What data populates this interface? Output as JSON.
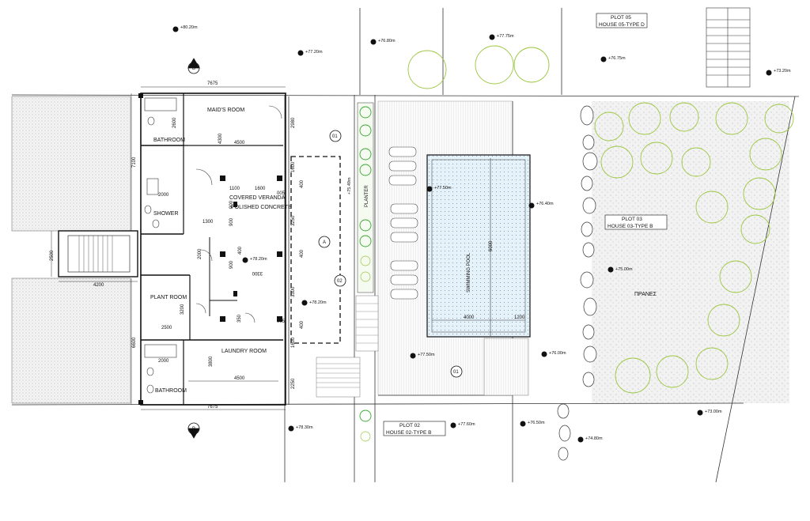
{
  "rooms": {
    "maids_room": "MAID'S  ROOM",
    "bathroom_top": "BATHROOM",
    "shower": "SHOWER",
    "covered_veranda_1": "COVERED VERANDA",
    "covered_veranda_2": "POLISHED CONCRETE",
    "plant_room": "PLANT ROOM",
    "laundry_room": "LAUNDRY ROOM",
    "bathroom_bottom": "BATHROOM",
    "swimming_pool": "SWIMMING POOL",
    "planter": "PLANTER",
    "praneS": "ΠΡΑΝΕΣ"
  },
  "plots": {
    "plot05_line1": "PLOT 05",
    "plot05_line2": "HOUSE 05-TYPE D",
    "plot03_line1": "PLOT 03",
    "plot03_line2": "HOUSE 03-TYPE B",
    "plot02_line1": "PLOT 02",
    "plot02_line2": "HOUSE 02-TYPE B"
  },
  "dimensions": {
    "top_7675": "7675",
    "bottom_7675": "7675",
    "left_7100": "7100",
    "left_6600": "6600",
    "left_2500": "2500",
    "d_4200": "4200",
    "d_2600": "2600",
    "d_4300": "4300",
    "d_4500_top": "4500",
    "d_2980": "2980",
    "d_1600a": "1600",
    "d_1100": "1100",
    "d_1600b": "1600",
    "d_005a": "005",
    "d_2000a": "2000",
    "d_1300": "1300",
    "d_400a": "400",
    "d_3250": "3250",
    "d_900a": "900",
    "d_900b": "900",
    "d_2000b": "2000",
    "d_400b": "400",
    "d_900c": "900",
    "d_3300": "3300",
    "d_400c": "400",
    "d_3200": "3200",
    "d_2500b": "2500",
    "d_350": "350",
    "d_3300b": "3300",
    "d_005b": "005",
    "d_400d": "400",
    "d_1600c": "1600",
    "d_2000c": "2000",
    "d_3800": "3800",
    "d_4500_bottom": "4500",
    "d_2250": "2250",
    "d_pool_6000": "6000",
    "d_pool_4000": "4000",
    "d_pool_1200": "1200"
  },
  "levels": {
    "l1": "+80.20m",
    "l2": "+77.20m",
    "l3": "+76.80m",
    "l4": "+77.75m",
    "l5": "+76.75m",
    "l6": "+73.20m",
    "l7": "+77.50m",
    "l8": "+76.40m",
    "l9": "+75.49m",
    "l10": "+78.20m",
    "l11": "+78.20m",
    "l12": "+75.00m",
    "l13": "+77.50m",
    "l14": "+76.00m",
    "l15": "+78.30m",
    "l16": "+77.60m",
    "l17": "+76.50m",
    "l18": "+74.80m",
    "l19": "+73.00m"
  },
  "markers": {
    "sec_top": "B",
    "sec_bottom": "B",
    "sec_a": "A",
    "mk_01a": "01",
    "mk_02": "02",
    "mk_01b": "01"
  },
  "colors": {
    "line": "#111111",
    "hatch": "#9a9a9a",
    "tree": "#9cc642",
    "planter_green": "#3aa832",
    "pool": "#dfeff8"
  }
}
